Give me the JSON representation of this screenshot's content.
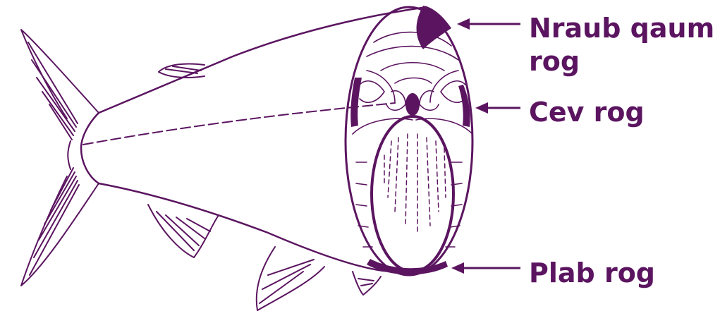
{
  "diagram": {
    "ink_color": "#5b1560",
    "background": "#ffffff",
    "labels": {
      "top_line1": "Nraub qaum",
      "top_line2": "rog",
      "middle": "Cev rog",
      "bottom": "Plab rog"
    }
  }
}
